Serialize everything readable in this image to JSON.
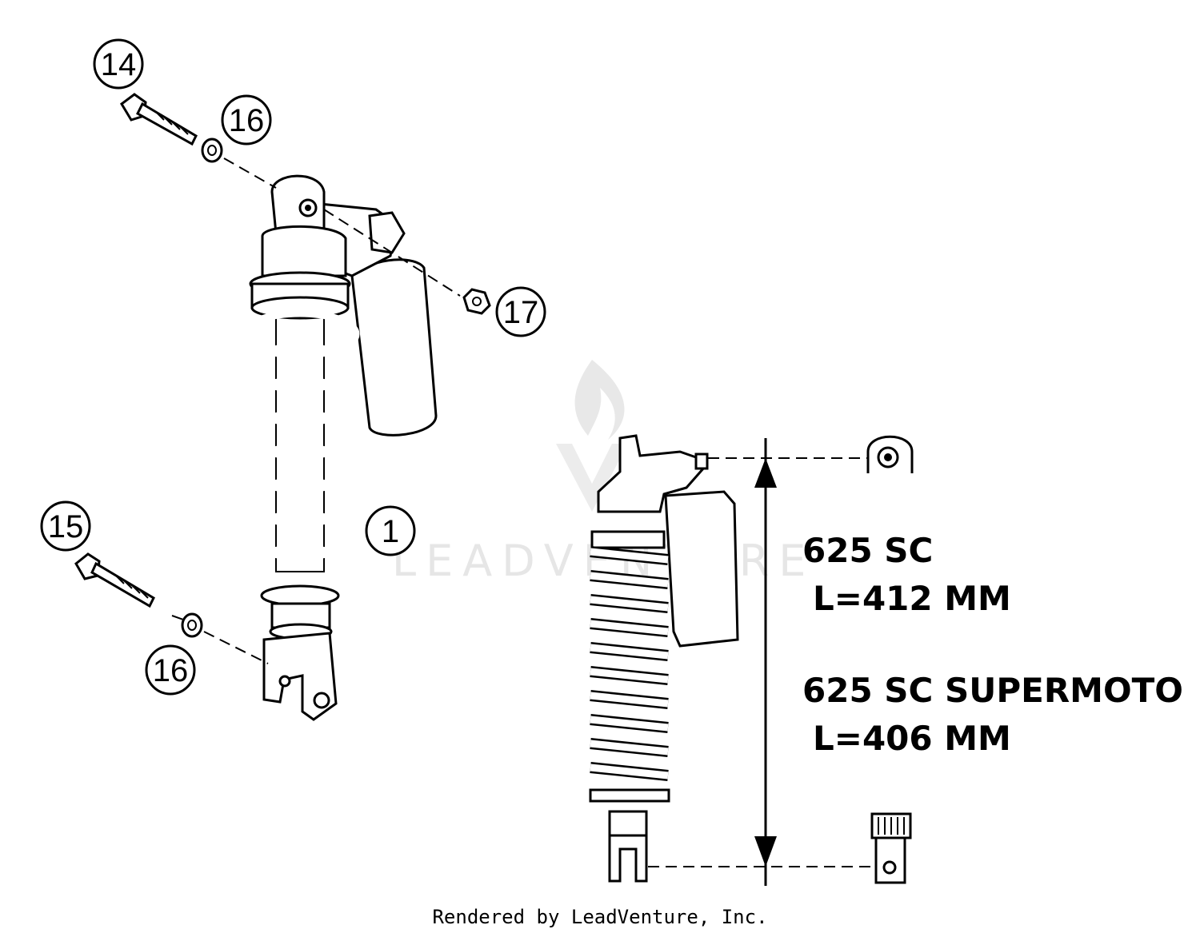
{
  "callouts": [
    {
      "id": "14",
      "label": "14"
    },
    {
      "id": "16a",
      "label": "16"
    },
    {
      "id": "17",
      "label": "17"
    },
    {
      "id": "1",
      "label": "1"
    },
    {
      "id": "15",
      "label": "15"
    },
    {
      "id": "16b",
      "label": "16"
    }
  ],
  "specs": [
    {
      "model": "625 SC",
      "length": "L=412 MM"
    },
    {
      "model": "625 SC SUPERMOTO",
      "length": "L=406 MM"
    }
  ],
  "watermark": "LEADVENTURE",
  "credit": "Rendered by LeadVenture, Inc."
}
